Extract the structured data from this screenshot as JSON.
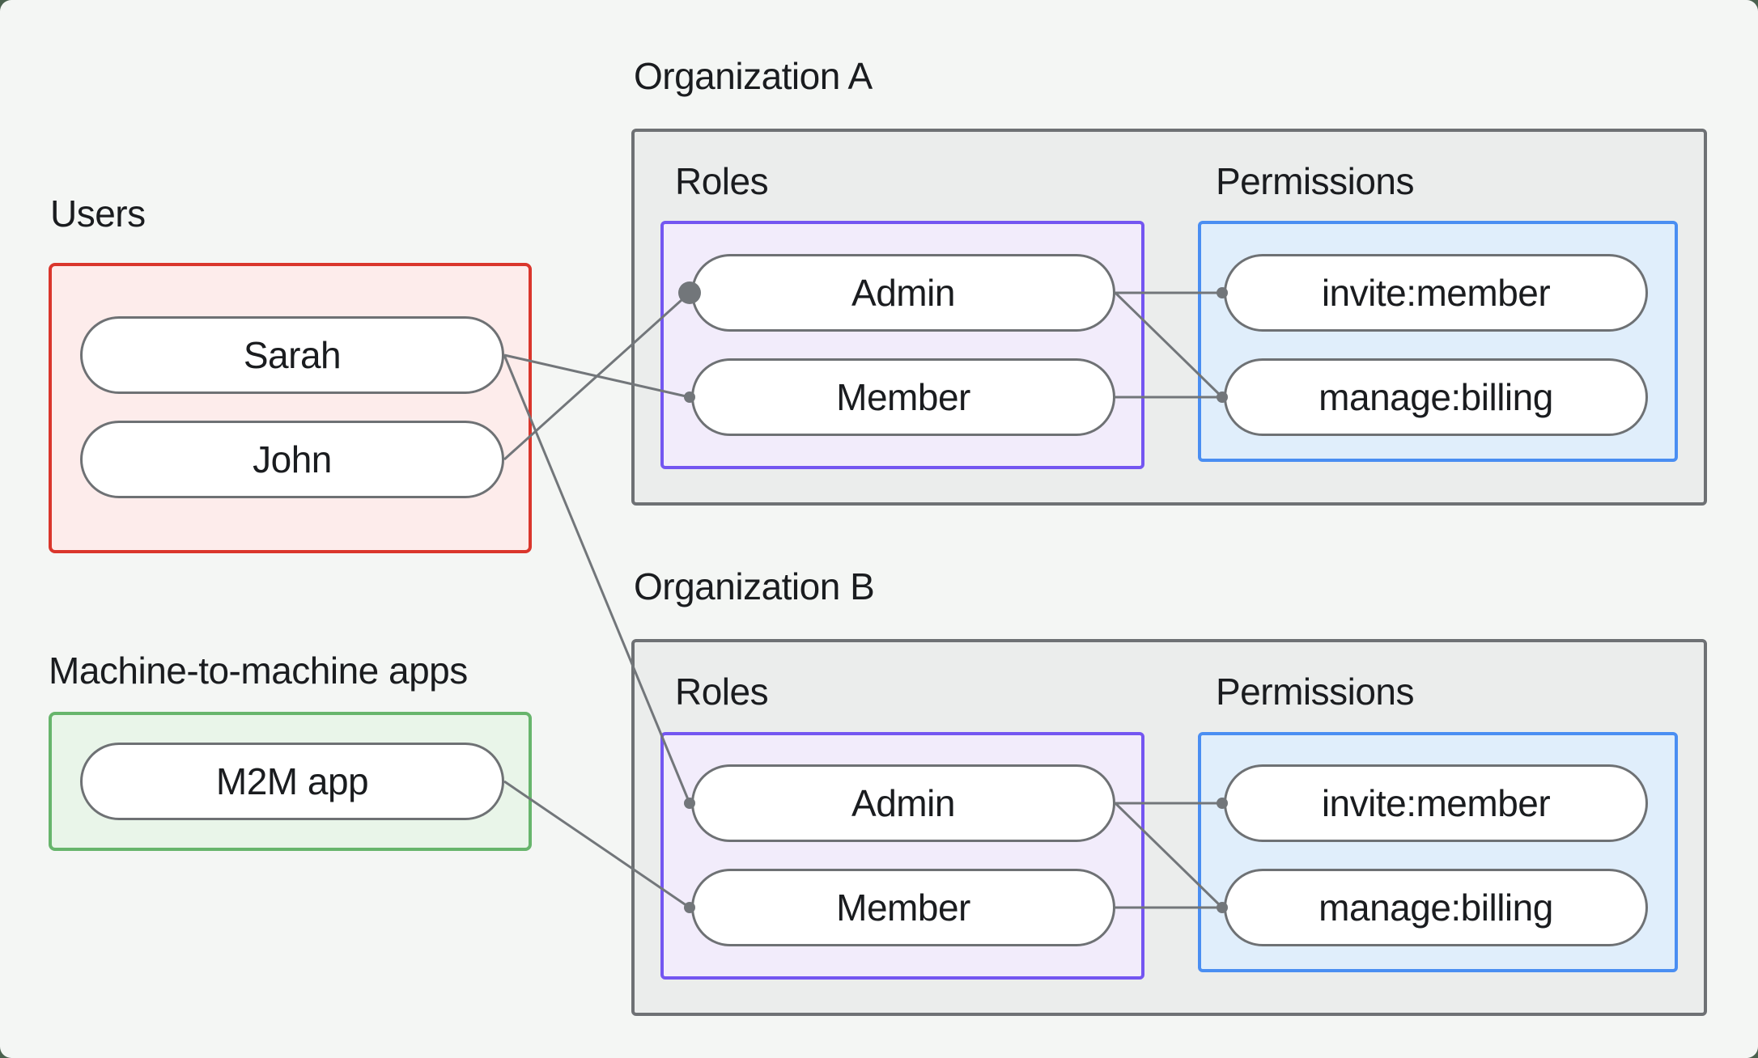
{
  "diagram": {
    "users_group": {
      "label": "Users",
      "nodes": [
        "Sarah",
        "John"
      ]
    },
    "m2m_group": {
      "label": "Machine-to-machine apps",
      "nodes": [
        "M2M app"
      ]
    },
    "organizations": [
      {
        "title": "Organization A",
        "roles": {
          "label": "Roles",
          "nodes": [
            "Admin",
            "Member"
          ]
        },
        "permissions": {
          "label": "Permissions",
          "nodes": [
            "invite:member",
            "manage:billing"
          ]
        }
      },
      {
        "title": "Organization B",
        "roles": {
          "label": "Roles",
          "nodes": [
            "Admin",
            "Member"
          ]
        },
        "permissions": {
          "label": "Permissions",
          "nodes": [
            "invite:member",
            "manage:billing"
          ]
        }
      }
    ],
    "connections": [
      {
        "from": "Sarah",
        "to": "Organization A / Member"
      },
      {
        "from": "John",
        "to": "Organization A / Admin"
      },
      {
        "from": "Sarah",
        "to": "Organization B / Admin"
      },
      {
        "from": "M2M app",
        "to": "Organization B / Member"
      },
      {
        "from": "Organization A / Admin",
        "to": "Organization A / invite:member"
      },
      {
        "from": "Organization A / Admin",
        "to": "Organization A / manage:billing"
      },
      {
        "from": "Organization A / Member",
        "to": "Organization A / manage:billing"
      },
      {
        "from": "Organization B / Admin",
        "to": "Organization B / invite:member"
      },
      {
        "from": "Organization B / Admin",
        "to": "Organization B / manage:billing"
      },
      {
        "from": "Organization B / Member",
        "to": "Organization B / manage:billing"
      }
    ]
  },
  "theme": {
    "page_bg": "#f4f6f4",
    "corner_bg": "#4a614e",
    "org_fill": "#ebedec",
    "org_border": "#6e7174",
    "purple_border": "#7456f1",
    "purple_fill": "#f2ecfb",
    "blue_border": "#4a8ef2",
    "blue_fill": "#e0eefb",
    "red_border": "#da362c",
    "red_fill": "#fdeceb",
    "green_border": "#67b56c",
    "green_fill": "#e9f5e9",
    "node_border": "#6e7174",
    "node_fill": "#ffffff",
    "wire": "#72767a",
    "text": "#1a1c1f"
  }
}
